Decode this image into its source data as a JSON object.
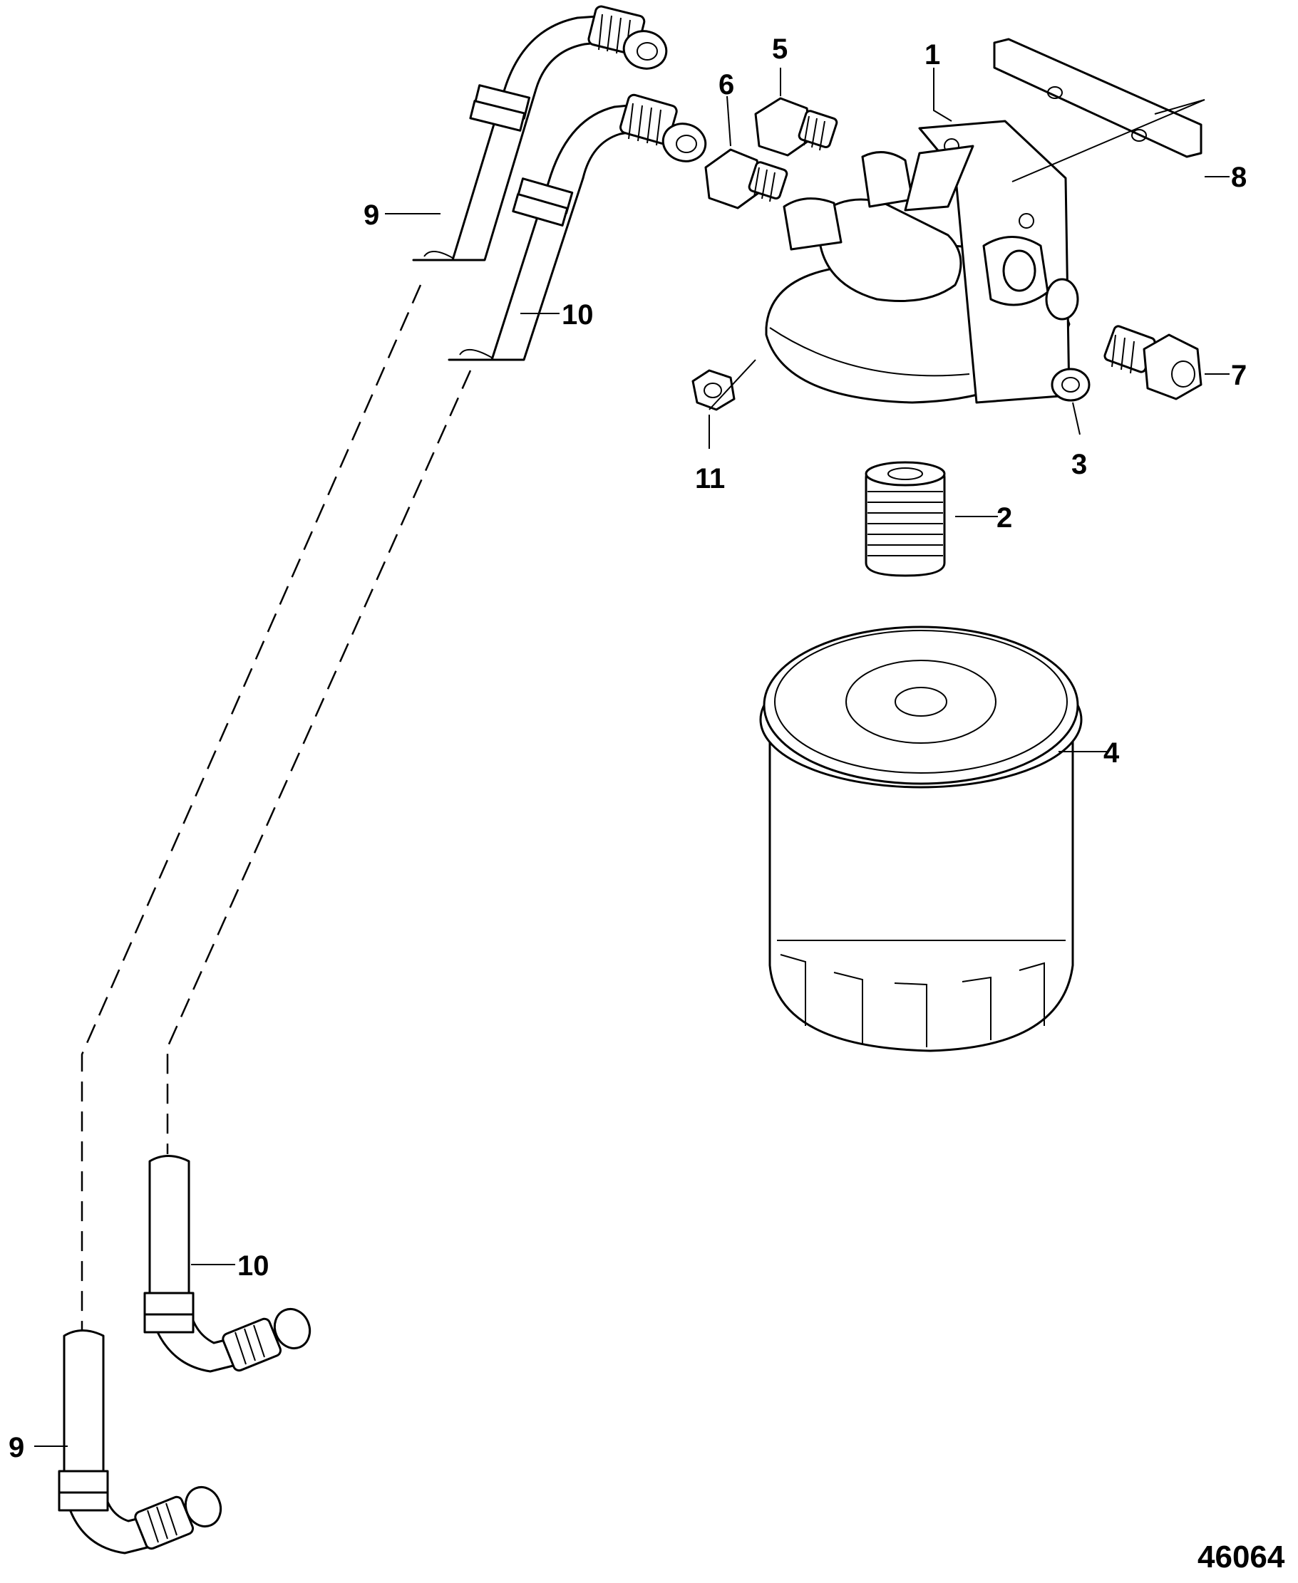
{
  "callouts": [
    {
      "id": "c1",
      "label": "1"
    },
    {
      "id": "c2",
      "label": "2"
    },
    {
      "id": "c3",
      "label": "3"
    },
    {
      "id": "c4",
      "label": "4"
    },
    {
      "id": "c5",
      "label": "5"
    },
    {
      "id": "c6",
      "label": "6"
    },
    {
      "id": "c7",
      "label": "7"
    },
    {
      "id": "c8",
      "label": "8"
    },
    {
      "id": "c9a",
      "label": "9"
    },
    {
      "id": "c10a",
      "label": "10"
    },
    {
      "id": "c11",
      "label": "11"
    },
    {
      "id": "c10b",
      "label": "10"
    },
    {
      "id": "c9b",
      "label": "9"
    }
  ],
  "figure_number": "46064"
}
